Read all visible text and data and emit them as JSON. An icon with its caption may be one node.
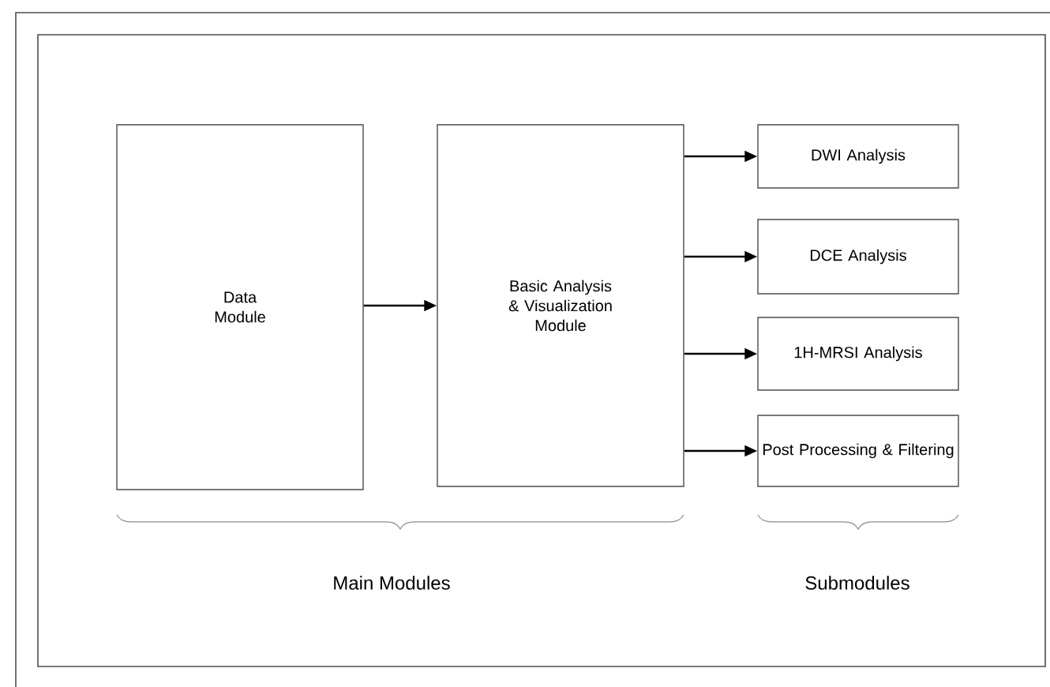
{
  "diagram": {
    "nodes": [
      {
        "text": [
          "Data Module"
        ]
      },
      {
        "text": [
          "Basic Analysis & Visualization Module"
        ]
      },
      {
        "text": [
          "DWI Analysis"
        ]
      },
      {
        "text": [
          "DCE Analysis"
        ]
      },
      {
        "text": [
          "1H-MRSI Analysis"
        ]
      },
      {
        "text": [
          "Post Processing & Filtering"
        ]
      }
    ],
    "edges": [
      {
        "from": 0,
        "to": 1,
        "arrow": "to"
      },
      {
        "from": 1,
        "to": 2,
        "arrow": "to"
      },
      {
        "from": 1,
        "to": 3,
        "arrow": "to"
      },
      {
        "from": 1,
        "to": 4,
        "arrow": "to"
      },
      {
        "from": 1,
        "to": 5,
        "arrow": "to"
      }
    ],
    "labels": [
      "Main Modules",
      "Submodules"
    ]
  }
}
